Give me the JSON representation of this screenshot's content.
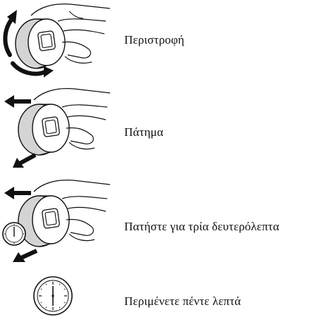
{
  "instructions": [
    {
      "id": "rotate",
      "label": "Περιστροφή",
      "icon": "rotate-knob-icon"
    },
    {
      "id": "press",
      "label": "Πάτημα",
      "icon": "press-knob-icon"
    },
    {
      "id": "hold",
      "label": "Πατήστε για τρία δευτερόλεπτα",
      "icon": "press-hold-timer-icon"
    },
    {
      "id": "wait",
      "label": "Περιμένετε πέντε λεπτά",
      "icon": "clock-icon"
    }
  ]
}
